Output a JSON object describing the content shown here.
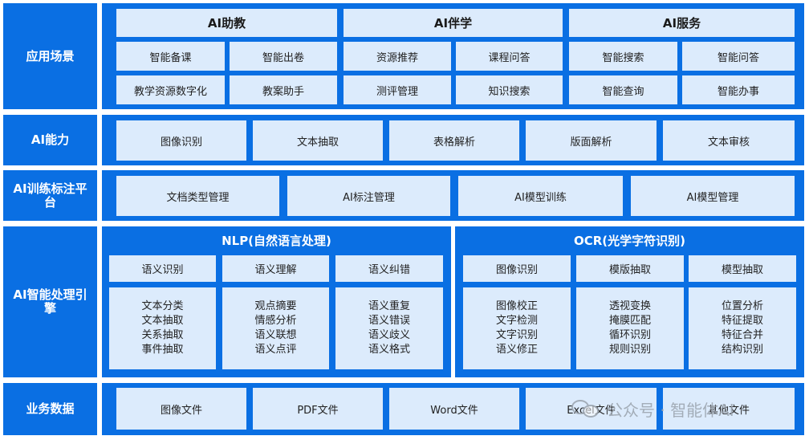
{
  "rows": {
    "application": {
      "label": "应用场景",
      "groups": [
        {
          "title": "AI助教",
          "items": [
            "智能备课",
            "智能出卷",
            "教学资源数字化",
            "教案助手"
          ]
        },
        {
          "title": "AI伴学",
          "items": [
            "资源推荐",
            "课程问答",
            "测评管理",
            "知识搜索"
          ]
        },
        {
          "title": "AI服务",
          "items": [
            "智能搜索",
            "智能问答",
            "智能查询",
            "智能办事"
          ]
        }
      ]
    },
    "capability": {
      "label": "AI能力",
      "items": [
        "图像识别",
        "文本抽取",
        "表格解析",
        "版面解析",
        "文本审核"
      ]
    },
    "training": {
      "label": "AI训练标注平台",
      "items": [
        "文档类型管理",
        "AI标注管理",
        "AI模型训练",
        "AI模型管理"
      ]
    },
    "engine": {
      "label": "AI智能处理引擎",
      "nlp": {
        "title": "NLP(自然语言处理)",
        "headers": [
          "语义识别",
          "语义理解",
          "语义纠错"
        ],
        "lists": [
          [
            "文本分类",
            "文本抽取",
            "关系抽取",
            "事件抽取"
          ],
          [
            "观点摘要",
            "情感分析",
            "语义联想",
            "语义点评"
          ],
          [
            "语义重复",
            "语义错误",
            "语义歧义",
            "语义格式"
          ]
        ]
      },
      "ocr": {
        "title": "OCR(光学字符识别)",
        "headers": [
          "图像识别",
          "模版抽取",
          "模型抽取"
        ],
        "lists": [
          [
            "图像校正",
            "文字检测",
            "文字识别",
            "语义修正"
          ],
          [
            "透视变换",
            "掩膜匹配",
            "循环识别",
            "规则识别"
          ],
          [
            "位置分析",
            "特征提取",
            "特征合并",
            "结构识别"
          ]
        ]
      }
    },
    "data": {
      "label": "业务数据",
      "items": [
        "图像文件",
        "PDF文件",
        "Word文件",
        "Excel文件",
        "其他文件"
      ]
    }
  },
  "watermark": "公众号 · 智能体AI",
  "colors": {
    "primary": "#0a6fe3",
    "cell": "#dcebfc"
  }
}
